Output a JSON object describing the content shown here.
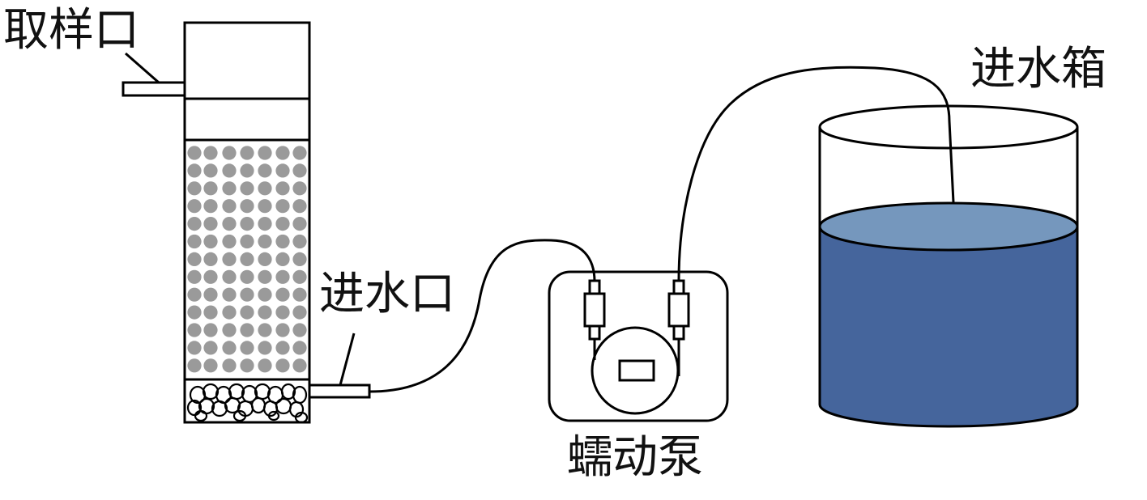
{
  "labels": {
    "sampling_port": "取样口",
    "water_inlet": "进水口",
    "peristaltic_pump": "蠕动泵",
    "inlet_tank": "进水箱"
  },
  "colors": {
    "outline": "#000000",
    "media_dots": "#9a9a9a",
    "water_surface": "#7597bd",
    "water_body": "#45659c"
  }
}
